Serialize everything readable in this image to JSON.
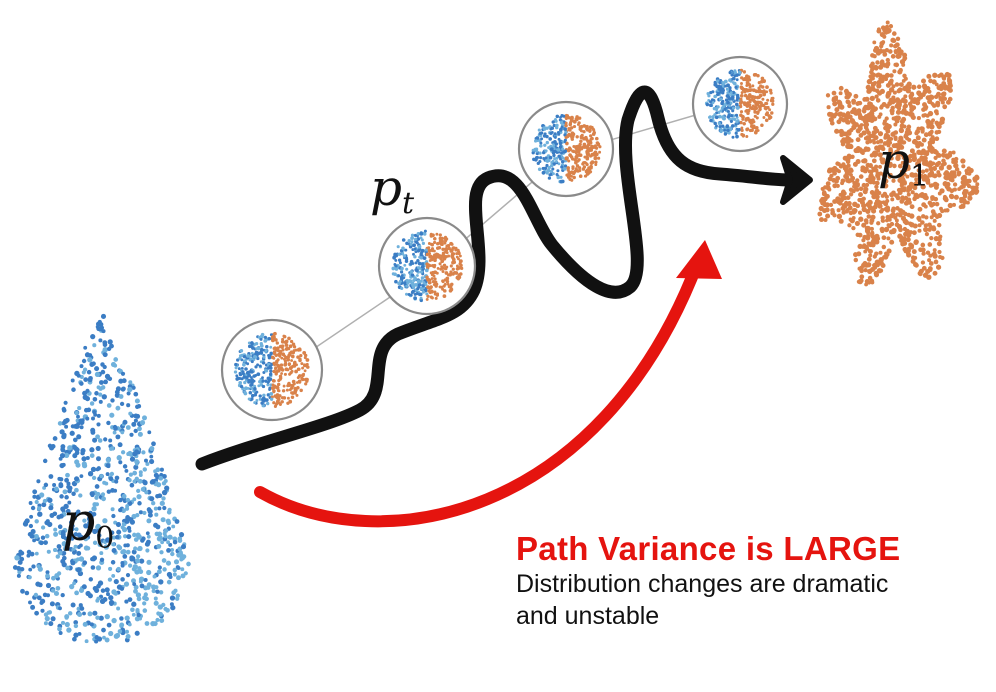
{
  "labels": {
    "source": {
      "base": "p",
      "sub": "0"
    },
    "intermediate": {
      "base": "p",
      "sub": "t"
    },
    "target": {
      "base": "p",
      "sub": "1"
    }
  },
  "caption": {
    "title": "Path Variance is LARGE",
    "body_line1": "Distribution changes are dramatic",
    "body_line2": "and unstable"
  },
  "colors": {
    "accent_red": "#e5140f",
    "path_black": "#111111",
    "source_blue": "#3b7dc4",
    "source_blue_light": "#6fb1dc",
    "target_orange": "#d9824a",
    "circle_stroke": "#8a8a8a"
  },
  "icons": {
    "source": "water-drop-point-cloud",
    "target": "oak-leaf-point-cloud",
    "intermediate": "half-blue-half-orange-disc"
  }
}
